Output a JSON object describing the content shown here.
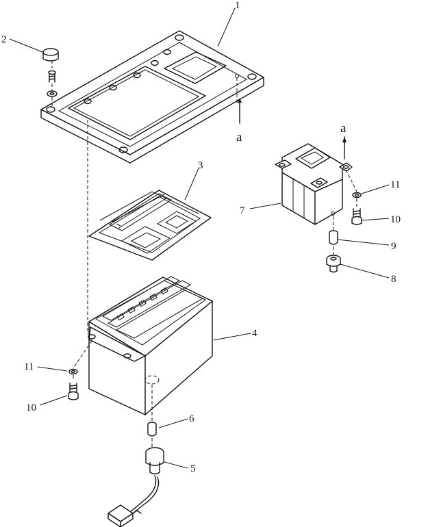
{
  "callouts": {
    "c1": "1",
    "c2": "2",
    "c3": "3",
    "c4": "4",
    "c5": "5",
    "c6": "6",
    "c7": "7",
    "c8": "8",
    "c9": "9",
    "c10_left": "10",
    "c11_left": "11",
    "c10_right": "10",
    "c11_right": "11"
  },
  "refs": {
    "a_top": "a",
    "a_right": "a"
  }
}
